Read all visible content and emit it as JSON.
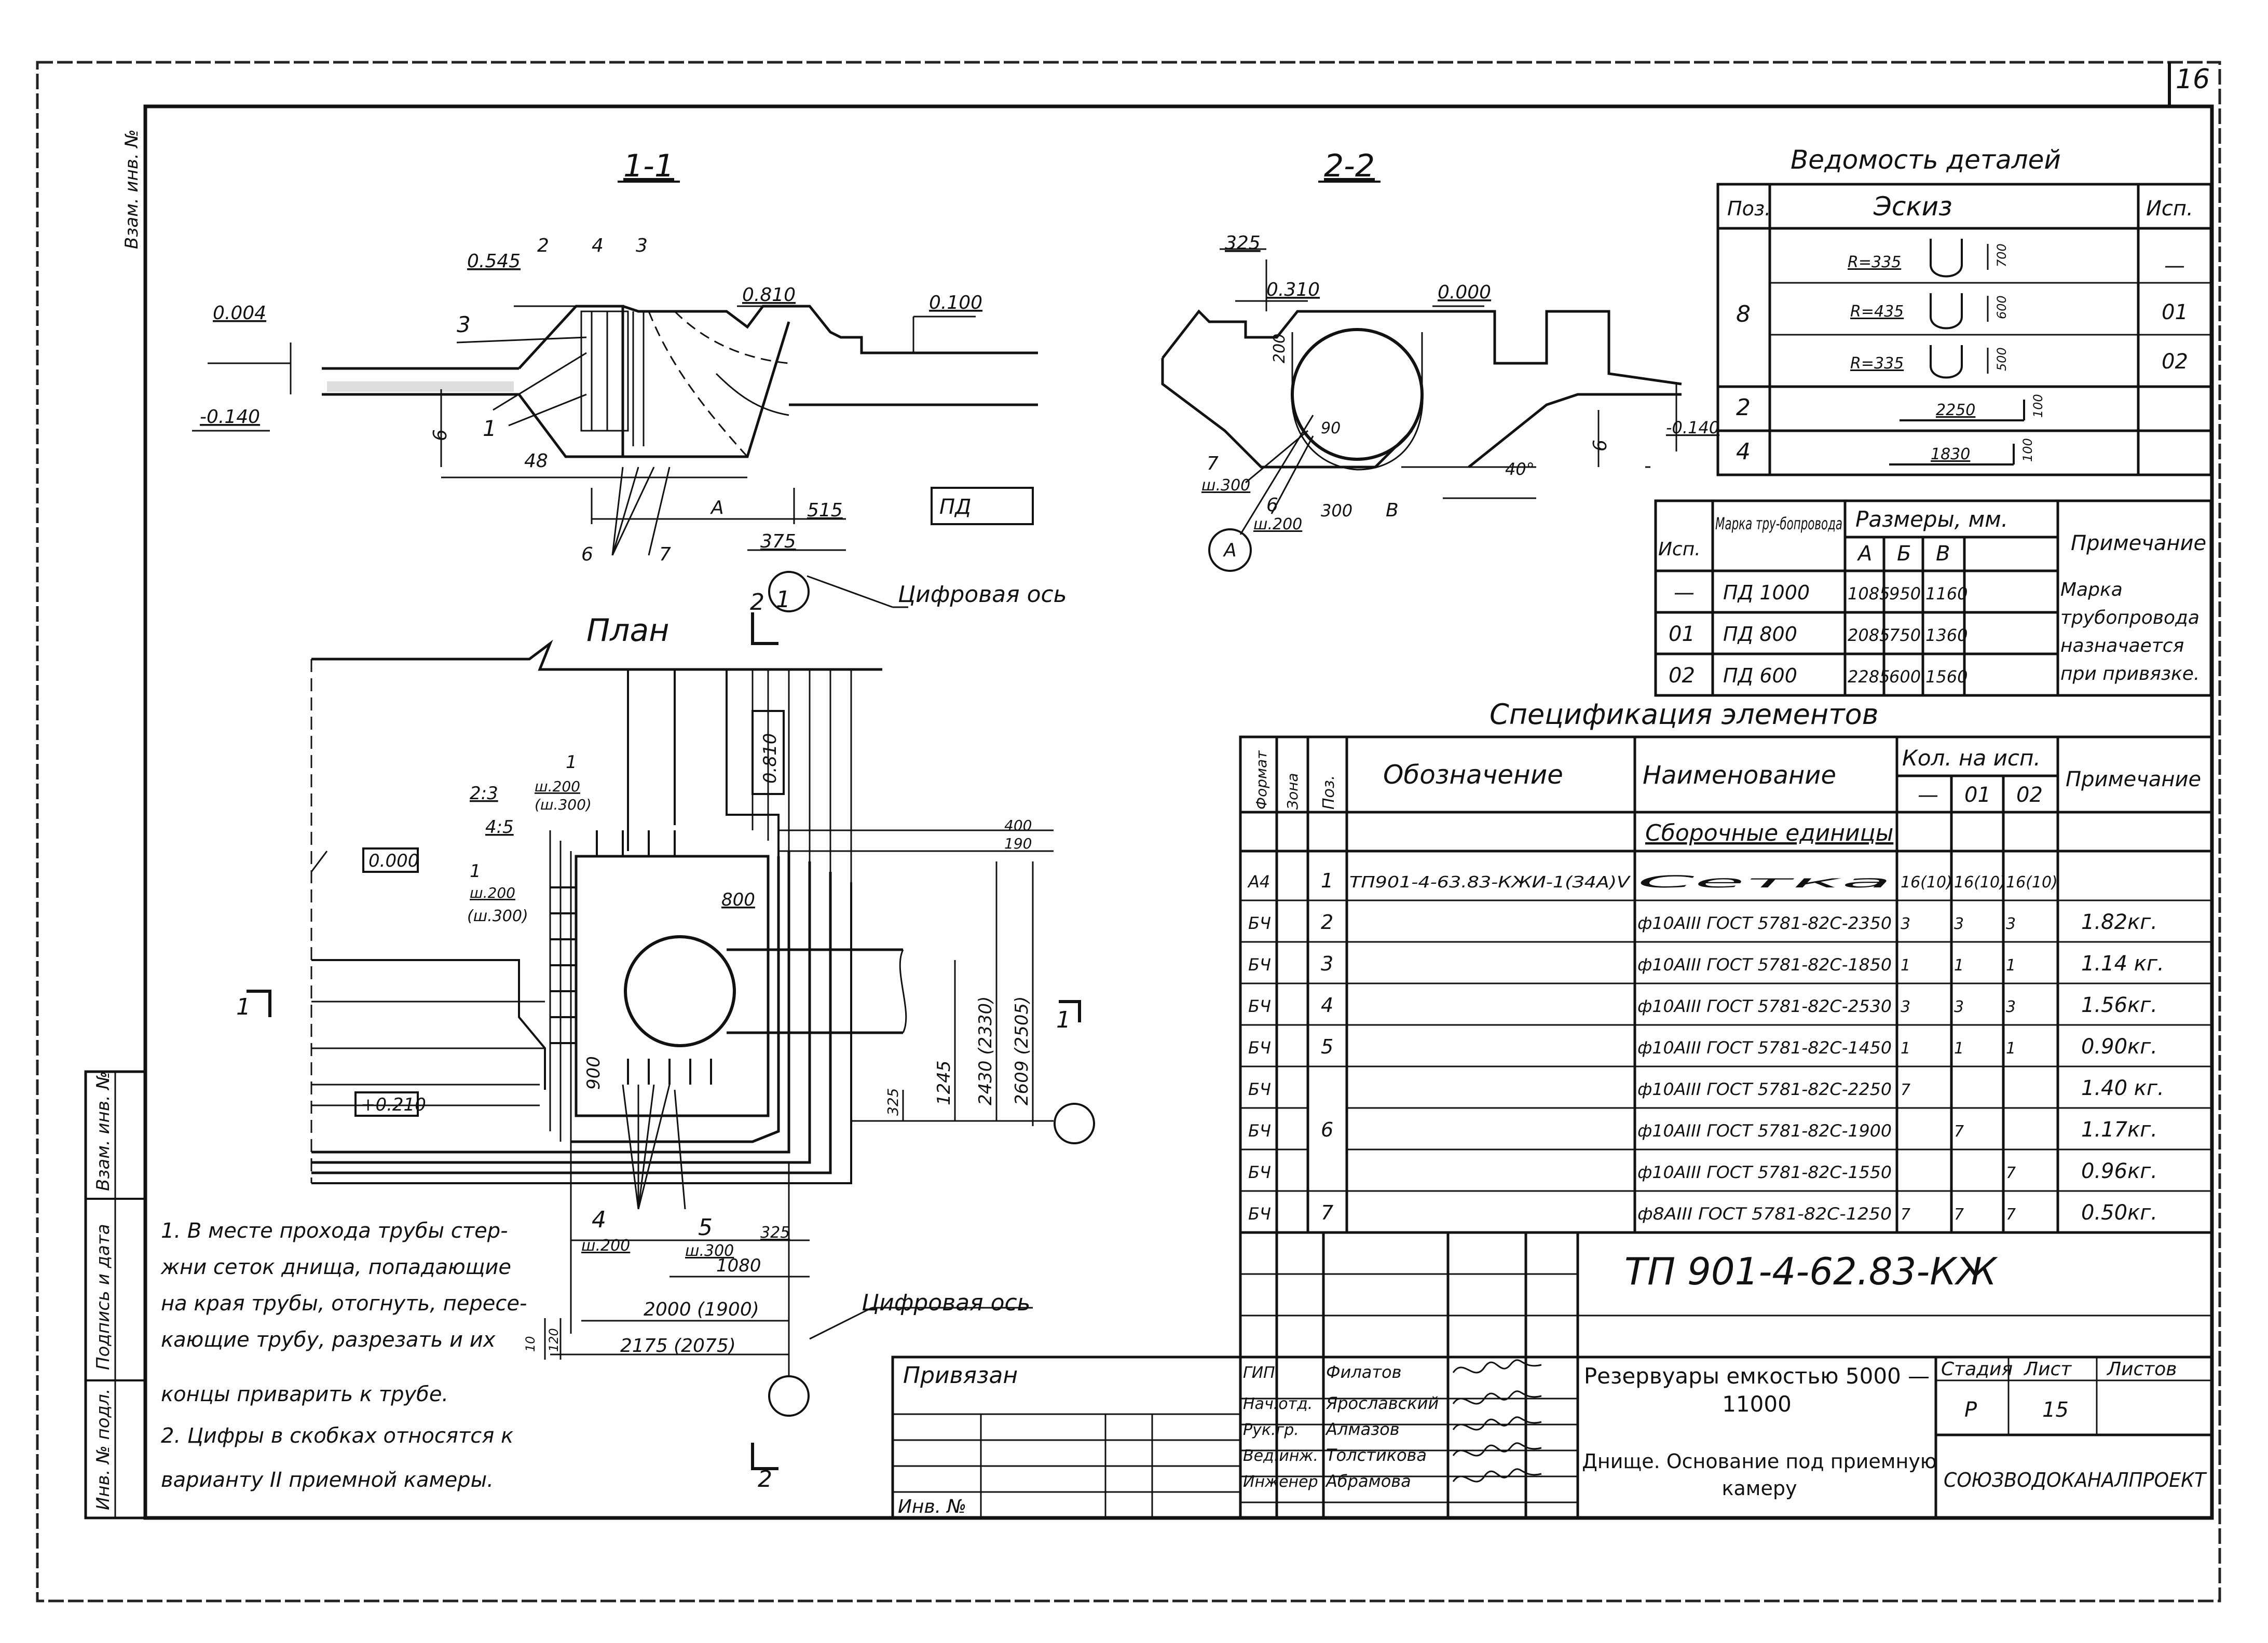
{
  "sheet_number": "16",
  "side_label_top": "Взам. инв. №",
  "side_stamp": [
    "Инв. № подл.",
    "Подпись и дата",
    "Взам. инв. №"
  ],
  "section_1": {
    "title": "1-1",
    "labels": [
      "0.545",
      "2",
      "4",
      "3",
      "3",
      "0.810",
      "0.100",
      "0.004",
      "-0.140",
      "6",
      "1",
      "48",
      "А",
      "515",
      "375",
      "6",
      "7",
      "ПД"
    ]
  },
  "section_2": {
    "title": "2-2",
    "labels": [
      "325",
      "0.310",
      "0.000",
      "200",
      "6",
      "-0.140",
      "40°",
      "7",
      "ш.300",
      "6",
      "ш.200",
      "300",
      "В",
      "90",
      "А"
    ]
  },
  "digital_axis_label": "Цифровая ось",
  "plan": {
    "title": "План",
    "labels": [
      "2",
      "1",
      "0.810",
      "0.000",
      "2:3",
      "4:5",
      "ш.200",
      "(ш.300)",
      "1",
      "ш.200",
      "(ш.300)",
      "1",
      "400",
      "190",
      "800",
      "900",
      "2430 (2330)",
      "2609 (2505)",
      "1245",
      "325",
      "+0.210",
      "4",
      "ш.200",
      "5",
      "ш.300",
      "325",
      "1080",
      "2000 (1900)",
      "2175 (2075)",
      "10",
      "120",
      "1",
      "1",
      "2"
    ]
  },
  "details_table": {
    "title": "Ведомость деталей",
    "headers": [
      "Поз.",
      "Эскиз",
      "Исп."
    ],
    "rows": [
      {
        "pos": "8",
        "sketch": "R=335",
        "dim": "700",
        "isp": "—"
      },
      {
        "pos": "",
        "sketch": "R=435",
        "dim": "600",
        "isp": "01"
      },
      {
        "pos": "",
        "sketch": "R=335",
        "dim": "500",
        "isp": "02"
      },
      {
        "pos": "2",
        "sketch": "2250",
        "dim": "100",
        "isp": ""
      },
      {
        "pos": "4",
        "sketch": "1830",
        "dim": "100",
        "isp": ""
      }
    ]
  },
  "sizes_table": {
    "header_isp": "Исп.",
    "header_mark": "Марка тру-бопровода",
    "header_sizes": "Размеры, мм.",
    "header_note": "Примечание",
    "cols": [
      "А",
      "Б",
      "В"
    ],
    "rows": [
      {
        "isp": "—",
        "mark": "ПД 1000",
        "a": "1085",
        "b": "950",
        "c": "1160"
      },
      {
        "isp": "01",
        "mark": "ПД 800",
        "a": "2085",
        "b": "750",
        "c": "1360"
      },
      {
        "isp": "02",
        "mark": "ПД 600",
        "a": "2285",
        "b": "600",
        "c": "1560"
      }
    ],
    "note": "Марка трубопровода назначается при привязке."
  },
  "spec_table": {
    "title": "Спецификация элементов",
    "headers": [
      "Формат",
      "Зона",
      "Поз.",
      "Обозначение",
      "Наименование",
      "Кол. на исп.",
      "—",
      "01",
      "02",
      "Примечание"
    ],
    "section": "Сборочные единицы",
    "rows": [
      {
        "fmt": "А4",
        "zone": "",
        "pos": "1",
        "designation": "ТП901-4-63.83-КЖИ-1(З4А)V",
        "name": "Сетка",
        "q0": "16(10)",
        "q1": "16(10)",
        "q2": "16(10)",
        "note": ""
      },
      {
        "fmt": "БЧ",
        "zone": "",
        "pos": "2",
        "designation": "",
        "name": "ф10АIII ГОСТ 5781-82С-2350",
        "q0": "3",
        "q1": "3",
        "q2": "3",
        "note": "1.82кг."
      },
      {
        "fmt": "БЧ",
        "zone": "",
        "pos": "3",
        "designation": "",
        "name": "ф10АIII ГОСТ 5781-82С-1850",
        "q0": "1",
        "q1": "1",
        "q2": "1",
        "note": "1.14 кг."
      },
      {
        "fmt": "БЧ",
        "zone": "",
        "pos": "4",
        "designation": "",
        "name": "ф10АIII ГОСТ 5781-82С-2530",
        "q0": "3",
        "q1": "3",
        "q2": "3",
        "note": "1.56кг."
      },
      {
        "fmt": "БЧ",
        "zone": "",
        "pos": "5",
        "designation": "",
        "name": "ф10АIII ГОСТ 5781-82С-1450",
        "q0": "1",
        "q1": "1",
        "q2": "1",
        "note": "0.90кг."
      },
      {
        "fmt": "БЧ",
        "zone": "",
        "pos": "",
        "designation": "",
        "name": "ф10АIII ГОСТ 5781-82С-2250",
        "q0": "7",
        "q1": "",
        "q2": "",
        "note": "1.40 кг."
      },
      {
        "fmt": "БЧ",
        "zone": "",
        "pos": "6",
        "designation": "",
        "name": "ф10АIII ГОСТ 5781-82С-1900",
        "q0": "",
        "q1": "7",
        "q2": "",
        "note": "1.17кг."
      },
      {
        "fmt": "БЧ",
        "zone": "",
        "pos": "",
        "designation": "",
        "name": "ф10АIII ГОСТ 5781-82С-1550",
        "q0": "",
        "q1": "",
        "q2": "7",
        "note": "0.96кг."
      },
      {
        "fmt": "БЧ",
        "zone": "",
        "pos": "7",
        "designation": "",
        "name": "ф8АIII ГОСТ 5781-82С-1250",
        "q0": "7",
        "q1": "7",
        "q2": "7",
        "note": "0.50кг."
      }
    ]
  },
  "notes": [
    "1. В месте прохода трубы стер-",
    "жни сеток днища, попадающие",
    "на края трубы, отогнуть, пересе-",
    "кающие трубу, разрезать и их",
    "концы приварить к трубе.",
    "2. Цифры в скобках относятся к",
    "варианту II приемной камеры."
  ],
  "title_block": {
    "code": "ТП 901-4-62.83-КЖ",
    "privyazan": "Привязан",
    "inv_no": "Инв. №",
    "project_title": "Резервуары емкостью 5000 — 11000",
    "sheet_title": "Днище. Основание под приемную камеру",
    "stage_label": "Стадия",
    "sheet_label": "Лист",
    "sheets_label": "Листов",
    "stage": "Р",
    "sheet": "15",
    "org": "СОЮЗВОДОКАНАЛПРОЕКТ",
    "staff": [
      {
        "role": "ГИП",
        "name": "Филатов"
      },
      {
        "role": "Нач.отд.",
        "name": "Ярославский"
      },
      {
        "role": "Рук.гр.",
        "name": "Алмазов"
      },
      {
        "role": "Вед.инж.",
        "name": "Толстикова"
      },
      {
        "role": "Инженер",
        "name": "Абрамова"
      }
    ]
  }
}
